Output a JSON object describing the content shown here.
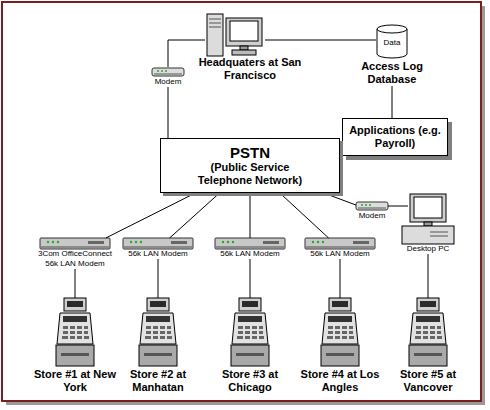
{
  "diagram": {
    "nodes": [
      {
        "text": [
          "Headquaters at San Francisco"
        ]
      },
      {
        "text": [
          "Modem"
        ]
      },
      {
        "text": [
          "Data",
          "Access Log Database"
        ]
      },
      {
        "text": [
          "Applications (e.g. Payroll)"
        ]
      },
      {
        "text": [
          "PSTN",
          "(Public Service Telephone Network)"
        ]
      },
      {
        "text": [
          "Modem"
        ]
      },
      {
        "text": [
          "Desktop PC"
        ]
      },
      {
        "text": [
          "3Com OfficeConnect 56k LAN Modem"
        ]
      },
      {
        "text": [
          "56k LAN Modem"
        ]
      },
      {
        "text": [
          "56k LAN Modem"
        ]
      },
      {
        "text": [
          "56k LAN Modem"
        ]
      },
      {
        "text": [
          "Store #1 at New York"
        ]
      },
      {
        "text": [
          "Store #2 at Manhatan"
        ]
      },
      {
        "text": [
          "Store #3 at Chicago"
        ]
      },
      {
        "text": [
          "Store #4 at Los Angles"
        ]
      },
      {
        "text": [
          "Store #5 at Vancover"
        ]
      }
    ],
    "edges": [
      {
        "from": 0,
        "to": 1,
        "arrow": "none"
      },
      {
        "from": 1,
        "to": 4,
        "arrow": "none"
      },
      {
        "from": 0,
        "to": 2,
        "arrow": "none"
      },
      {
        "from": 2,
        "to": 3,
        "arrow": "none"
      },
      {
        "from": 4,
        "to": 7,
        "arrow": "none"
      },
      {
        "from": 4,
        "to": 8,
        "arrow": "none"
      },
      {
        "from": 4,
        "to": 9,
        "arrow": "none"
      },
      {
        "from": 4,
        "to": 10,
        "arrow": "none"
      },
      {
        "from": 4,
        "to": 5,
        "arrow": "none"
      },
      {
        "from": 5,
        "to": 6,
        "arrow": "none"
      },
      {
        "from": 7,
        "to": 11,
        "arrow": "none"
      },
      {
        "from": 8,
        "to": 12,
        "arrow": "none"
      },
      {
        "from": 9,
        "to": 13,
        "arrow": "none"
      },
      {
        "from": 10,
        "to": 14,
        "arrow": "none"
      },
      {
        "from": 6,
        "to": 15,
        "arrow": "none"
      }
    ]
  }
}
